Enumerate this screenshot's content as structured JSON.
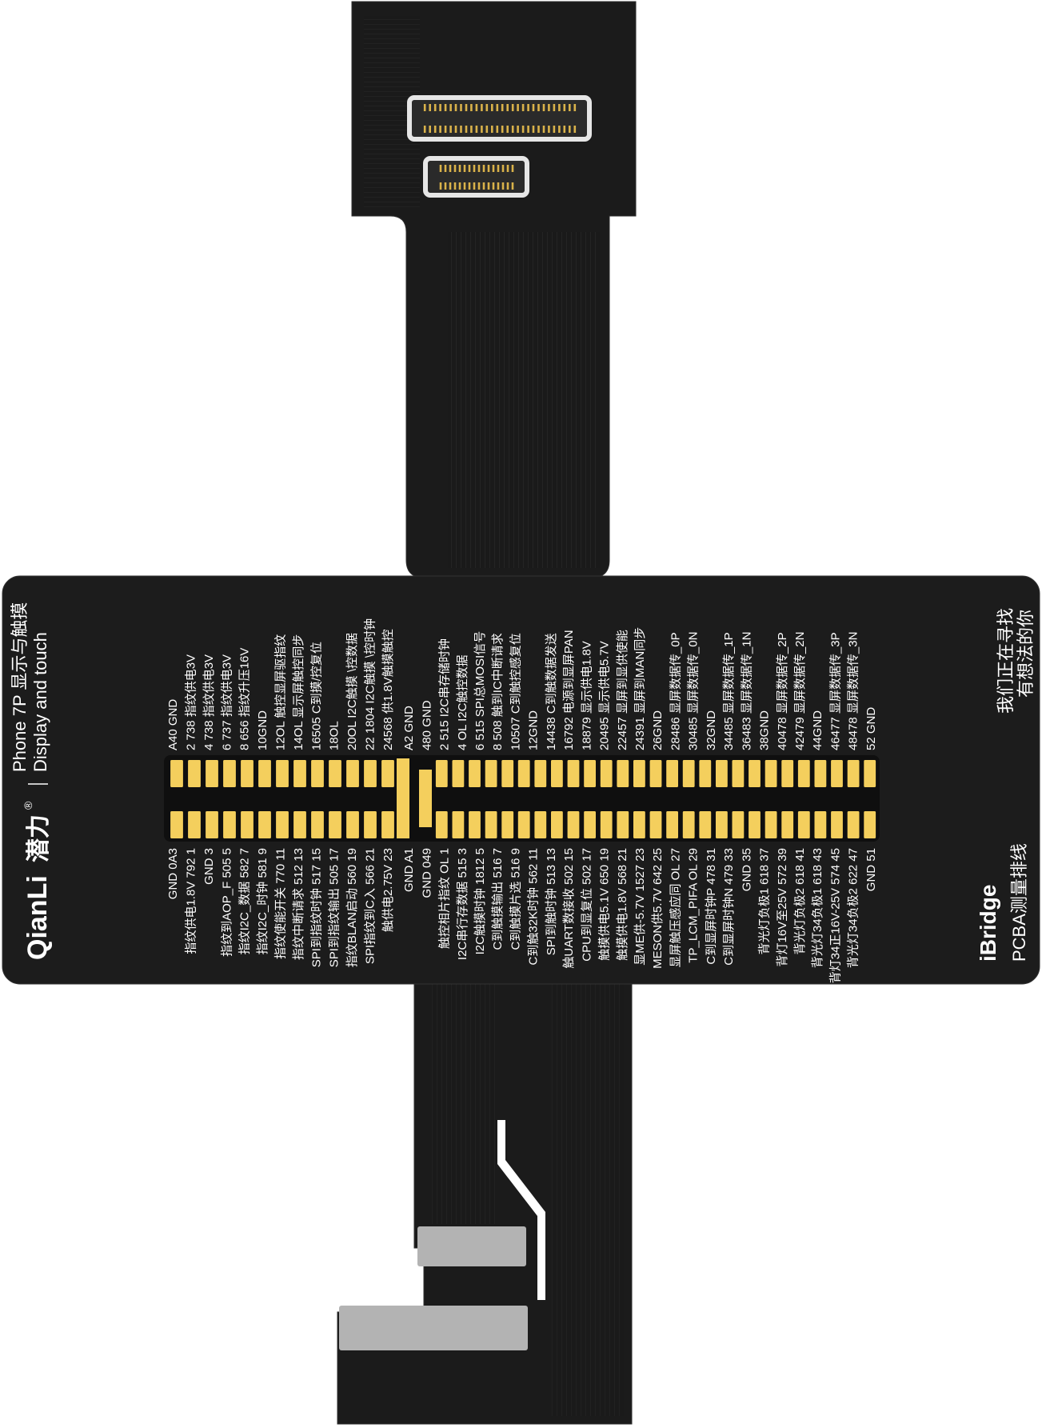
{
  "product": {
    "brand_logo": "QianLi",
    "brand_cn": "潜力",
    "registered_mark": "®",
    "title": "Phone 7P 显示与触摸",
    "subtitle": "Display and touch",
    "series": "iBridge",
    "series_desc": "PCBA测量排线",
    "slogan_line1": "我们正在寻找",
    "slogan_line2": "有想法的你"
  },
  "pins_top_left": [
    "A40   GND",
    "2  738 指纹供电3V",
    "4  738 指纹供电3V",
    "6  737 指纹供电3V",
    "8  656 指纹升压16V",
    "10GND",
    "12OL  触控显屏驱指纹",
    "14OL  显示屏触控同步",
    "16505 C到摸/控复位",
    "18OL",
    "20OL  I2C触摸 \\控数据",
    "22 1804 I2C触摸 \\控时钟",
    "24568 供1.8V触摸触控"
  ],
  "pins_top_right": [
    "A2   GND",
    "480   GND",
    "2  515 I2C串存储时钟",
    "4  OL  I2C触控数据",
    "6  515 SPI总MOSI信号",
    "8  508 触到IC中断请求",
    "10507 C到触控感复位",
    "12GND",
    "14438 C到触数据发送",
    "16792 电源到显屏PAN",
    "18879 显示供电1.8V",
    "20495 显示供电5.7V",
    "22457 显屏到显供使能",
    "24391 显屏到MAN同步",
    "26GND",
    "28486 显屏数据传_0P",
    "30485 显屏数据传_0N",
    "32GND",
    "34485 显屏数据传_1P",
    "36483 显屏数据传_1N",
    "38GND",
    "40478 显屏数据传_2P",
    "42479 显屏数据传_2N",
    "44GND",
    "46477 显屏数据传_3P",
    "48478 显屏数据传_3N",
    "52   GND"
  ],
  "pins_bottom_left": [
    "GND   0A3",
    "指纹供电1.8V 792  1",
    "GND  3",
    "指纹到AOP_F 505  5",
    "指纹I2C_数据 582  7",
    "指纹I2C_时钟 581  9",
    "指纹使能开关 770 11",
    "指纹中断请求 512 13",
    "SPI到指纹时钟 517 15",
    "SPI到指纹输出 505 17",
    "指纹BLAN启动 560 19",
    "SPI指纹到C入 566 21",
    "触供电2.75V   23"
  ],
  "pins_bottom_right": [
    "GND   A1",
    "GND   049",
    "触控相片指纹  OL  1",
    "I2C串行存数据 515  3",
    "I2C触摸时钟 1812  5",
    "C到触摸输出 516  7",
    "C到触摸片选 516  9",
    "C到触32K时钟 562 11",
    "SPI到触时钟 513 13",
    "触UART数接收 502 15",
    "CPU到显复位 502 17",
    "触摸供电5.1V 650 19",
    "触摸供电1.8V 568 21",
    "显ME供-5.7V 1527 23",
    "MESON供5.7V 642 25",
    "显屏触压感应同  OL 27",
    "TP_LCM_PIFA  OL 29",
    "C到显屏时钟P 478 31",
    "C到显屏时钟N 479 33",
    "GND 35",
    "背光灯负极1 618 37",
    "背灯16V至25V 572 39",
    "背光灯负极2 618 41",
    "背光灯34负极1 618 43",
    "背灯34正16V-25V 574 45",
    "背光灯34负极2 622 47",
    "GND   51"
  ],
  "colors": {
    "board": "#1c1c1c",
    "pad_gold": "#f4cf5d",
    "metal_tab": "#b3b3b3",
    "text": "#ffffff"
  }
}
